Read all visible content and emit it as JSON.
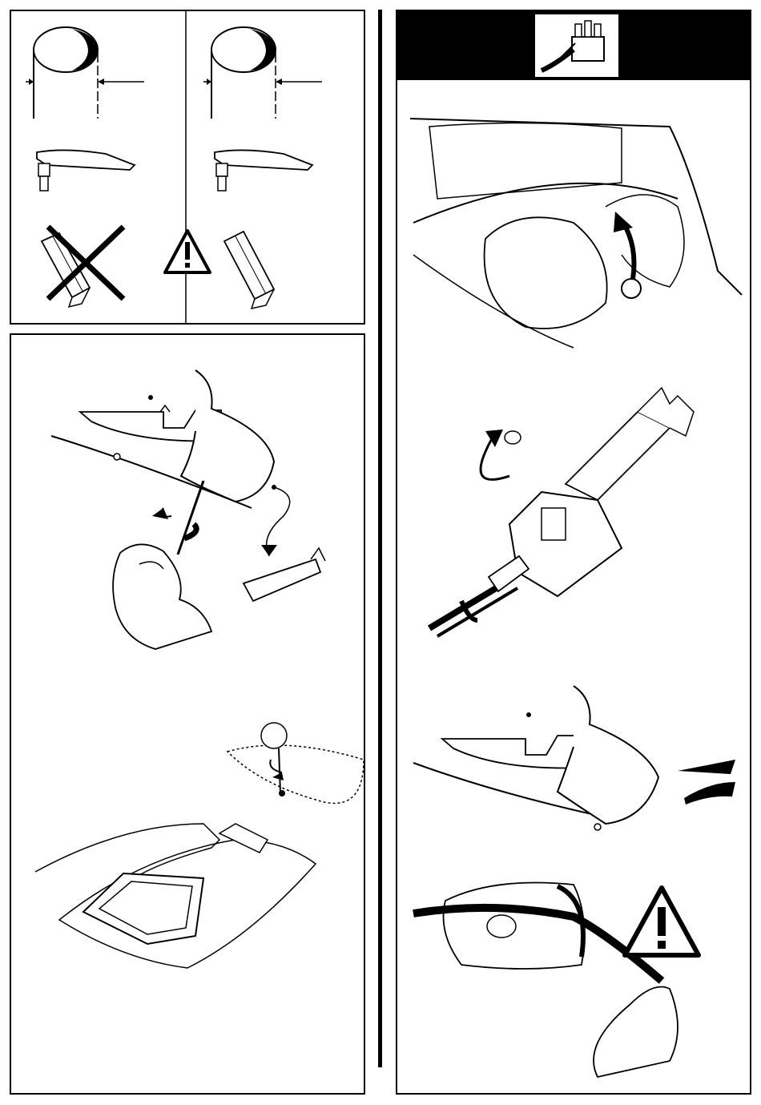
{
  "colors": {
    "ink": "#000000",
    "paper": "#ffffff"
  },
  "icons": {
    "header": "terminal-block-wiring-icon",
    "warnings": [
      "warning-triangle-icon",
      "warning-triangle-icon"
    ],
    "rejected": "cross-mark-icon"
  },
  "panels": [
    {
      "id": "top-left",
      "content": [
        "pipe-diameter-comparison",
        "wrong-clip-crossed",
        "warning-correct-clip"
      ]
    },
    {
      "id": "bottom-left",
      "content": [
        "unscrew-bumper-cover",
        "mount-socket-bracket"
      ]
    },
    {
      "id": "right",
      "content": [
        "trunk-cable-routing",
        "socket-box-wrench-tightening",
        "refit-cover",
        "cable-through-grommet-warning"
      ]
    }
  ]
}
